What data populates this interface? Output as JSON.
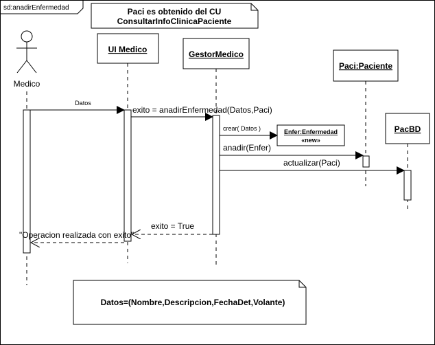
{
  "frame": {
    "label": "sd:anadirEnfermedad"
  },
  "title_note": {
    "line1": "Paci es obtenido del CU",
    "line2": "ConsultarInfoClinicaPaciente"
  },
  "actor": {
    "name": "Medico"
  },
  "participants": {
    "ui": "UI Medico",
    "gestor": "GestorMedico",
    "paci": "Paci:Paciente",
    "pacbd": "PacBD",
    "enfer": "Enfer:Enfermedad",
    "enfer_stereotype": "«new»"
  },
  "messages": {
    "m1": "Datos",
    "m2": "exito = anadirEnfermedad(Datos,Paci)",
    "m3": "crear( Datos )",
    "m4": "anadir(Enfer)",
    "m5": "actualizar(Paci)",
    "m6": "exito = True",
    "m7": "\"Operacion realizada con exito\""
  },
  "bottom_note": {
    "text": "Datos=(Nombre,Descripcion,FechaDet,Volante)"
  },
  "colors": {
    "line": "#000000",
    "background": "#ffffff"
  }
}
